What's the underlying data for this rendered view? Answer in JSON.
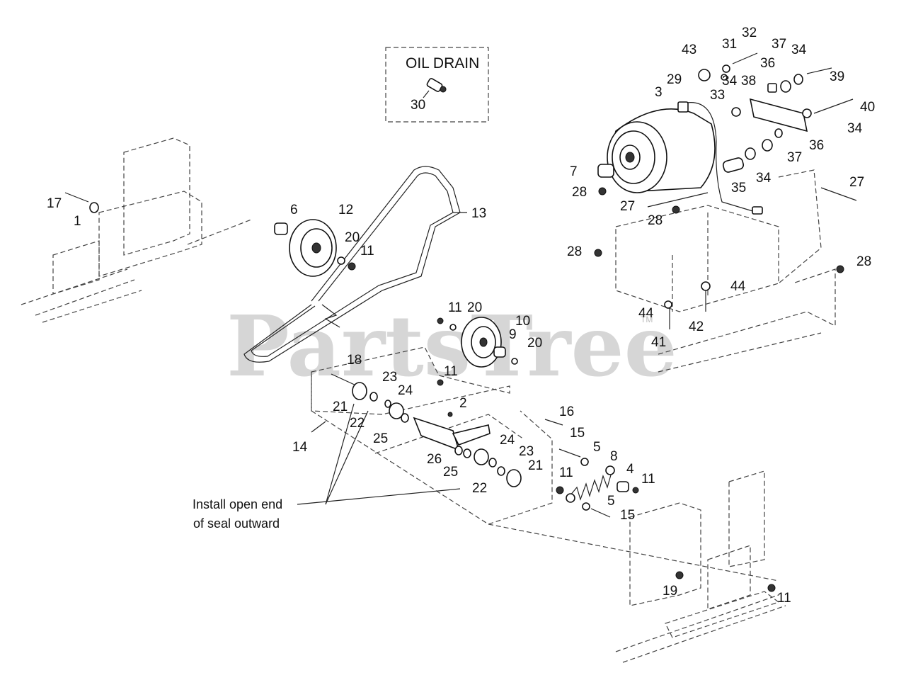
{
  "inset": {
    "title": "OIL DRAIN",
    "callout": "30"
  },
  "watermark": "PartsTree",
  "trademark": "TM",
  "note": {
    "line1": "Install open end",
    "line2": "of seal outward"
  },
  "callouts": [
    {
      "id": "c43",
      "text": "43"
    },
    {
      "id": "c31",
      "text": "31"
    },
    {
      "id": "c32",
      "text": "32"
    },
    {
      "id": "c37a",
      "text": "37"
    },
    {
      "id": "c34a",
      "text": "34"
    },
    {
      "id": "c36a",
      "text": "36"
    },
    {
      "id": "c39",
      "text": "39"
    },
    {
      "id": "c29",
      "text": "29"
    },
    {
      "id": "c3",
      "text": "3"
    },
    {
      "id": "c34b",
      "text": "34"
    },
    {
      "id": "c38",
      "text": "38"
    },
    {
      "id": "c33",
      "text": "33"
    },
    {
      "id": "c40",
      "text": "40"
    },
    {
      "id": "c34c",
      "text": "34"
    },
    {
      "id": "c36b",
      "text": "36"
    },
    {
      "id": "c37b",
      "text": "37"
    },
    {
      "id": "c7",
      "text": "7"
    },
    {
      "id": "c28a",
      "text": "28"
    },
    {
      "id": "c35",
      "text": "35"
    },
    {
      "id": "c34d",
      "text": "34"
    },
    {
      "id": "c27a",
      "text": "27"
    },
    {
      "id": "c27b",
      "text": "27"
    },
    {
      "id": "c28b",
      "text": "28"
    },
    {
      "id": "c28c",
      "text": "28"
    },
    {
      "id": "c28d",
      "text": "28"
    },
    {
      "id": "c44a",
      "text": "44"
    },
    {
      "id": "c44b",
      "text": "44"
    },
    {
      "id": "c42",
      "text": "42"
    },
    {
      "id": "c41",
      "text": "41"
    },
    {
      "id": "c17",
      "text": "17"
    },
    {
      "id": "c1",
      "text": "1"
    },
    {
      "id": "c6",
      "text": "6"
    },
    {
      "id": "c12",
      "text": "12"
    },
    {
      "id": "c13",
      "text": "13"
    },
    {
      "id": "c20a",
      "text": "20"
    },
    {
      "id": "c11a",
      "text": "11"
    },
    {
      "id": "c11b",
      "text": "11"
    },
    {
      "id": "c20b",
      "text": "20"
    },
    {
      "id": "c10",
      "text": "10"
    },
    {
      "id": "c9",
      "text": "9"
    },
    {
      "id": "c20c",
      "text": "20"
    },
    {
      "id": "c18",
      "text": "18"
    },
    {
      "id": "c11c",
      "text": "11"
    },
    {
      "id": "c23a",
      "text": "23"
    },
    {
      "id": "c24a",
      "text": "24"
    },
    {
      "id": "c21a",
      "text": "21"
    },
    {
      "id": "c22a",
      "text": "22"
    },
    {
      "id": "c2",
      "text": "2"
    },
    {
      "id": "c25a",
      "text": "25"
    },
    {
      "id": "c14",
      "text": "14"
    },
    {
      "id": "c16",
      "text": "16"
    },
    {
      "id": "c15a",
      "text": "15"
    },
    {
      "id": "c5a",
      "text": "5"
    },
    {
      "id": "c8",
      "text": "8"
    },
    {
      "id": "c24b",
      "text": "24"
    },
    {
      "id": "c23b",
      "text": "23"
    },
    {
      "id": "c26",
      "text": "26"
    },
    {
      "id": "c25b",
      "text": "25"
    },
    {
      "id": "c21b",
      "text": "21"
    },
    {
      "id": "c22b",
      "text": "22"
    },
    {
      "id": "c11d",
      "text": "11"
    },
    {
      "id": "c4",
      "text": "4"
    },
    {
      "id": "c11e",
      "text": "11"
    },
    {
      "id": "c5b",
      "text": "5"
    },
    {
      "id": "c15b",
      "text": "15"
    },
    {
      "id": "c19",
      "text": "19"
    },
    {
      "id": "c11f",
      "text": "11"
    }
  ]
}
